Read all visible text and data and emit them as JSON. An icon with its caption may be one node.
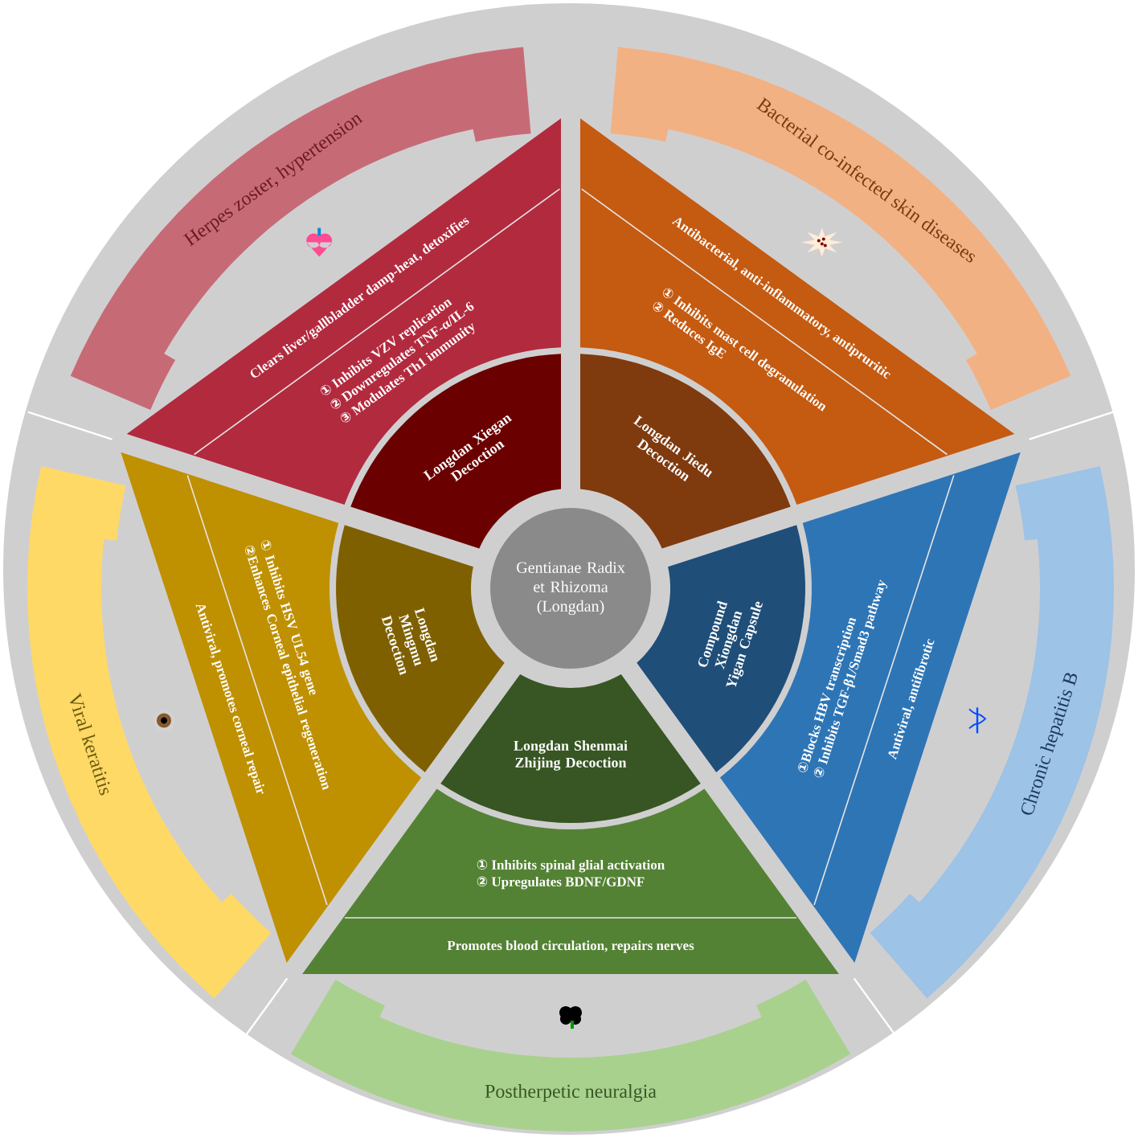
{
  "diagram": {
    "nodes": [
      {
        "text": [
          "Gentianae Radix et Rhizoma (Longdan)"
        ]
      },
      {
        "text": [
          "Longdan Xiegan Decoction"
        ]
      },
      {
        "text": [
          "① Inhibits VZV replication",
          "② Downregulates TNF-α/IL-6",
          "③ Modulates Th1 immunity",
          "Clears liver/gallbladder damp-heat, detoxifies"
        ]
      },
      {
        "text": [
          "Herpes zoster, hypertension"
        ]
      },
      {
        "text": [
          "Longdan Jiedu Decoction"
        ]
      },
      {
        "text": [
          "① Inhibits mast cell degranulation",
          "② Reduces IgE",
          "Antibacterial, anti-inflammatory, antipruritic"
        ]
      },
      {
        "text": [
          "Bacterial co-infected skin diseases"
        ]
      },
      {
        "text": [
          "Longdan Mingmu Decoction"
        ]
      },
      {
        "text": [
          "① Inhibits HSV UL54 gene",
          "②Enhances Corneal epithelial regeneration",
          "Antiviral, promotes corneal repair"
        ]
      },
      {
        "text": [
          "Viral keratitis"
        ]
      },
      {
        "text": [
          "Compound Xiongdan Yigan Capsule"
        ]
      },
      {
        "text": [
          "①Blocks HBV transcription",
          "② Inhibits TGF-β1/Smad3 pathway",
          "Antiviral, antifibrotic"
        ]
      },
      {
        "text": [
          "Chronic hepatitis B"
        ]
      },
      {
        "text": [
          "Longdan Shenmai Zhijing Decoction"
        ]
      },
      {
        "text": [
          "① Inhibits spinal glial activation",
          "② Upregulates BDNF/GDNF",
          "Promotes blood circulation, repairs nerves"
        ]
      },
      {
        "text": [
          "Postherpetic neuralgia"
        ]
      }
    ]
  }
}
